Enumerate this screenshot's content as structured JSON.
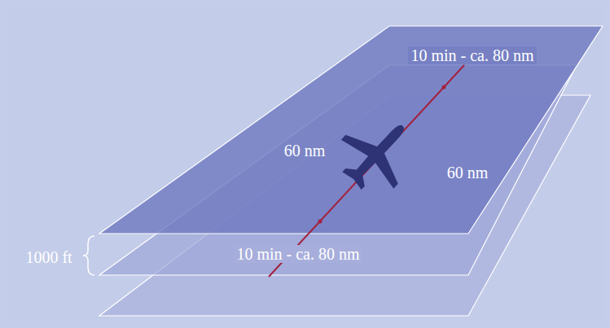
{
  "diagram": {
    "labels": [
      "10 min - ca. 80 nm",
      "60 nm",
      "60 nm",
      "10 min - ca. 80 nm",
      "1000 ft"
    ]
  }
}
